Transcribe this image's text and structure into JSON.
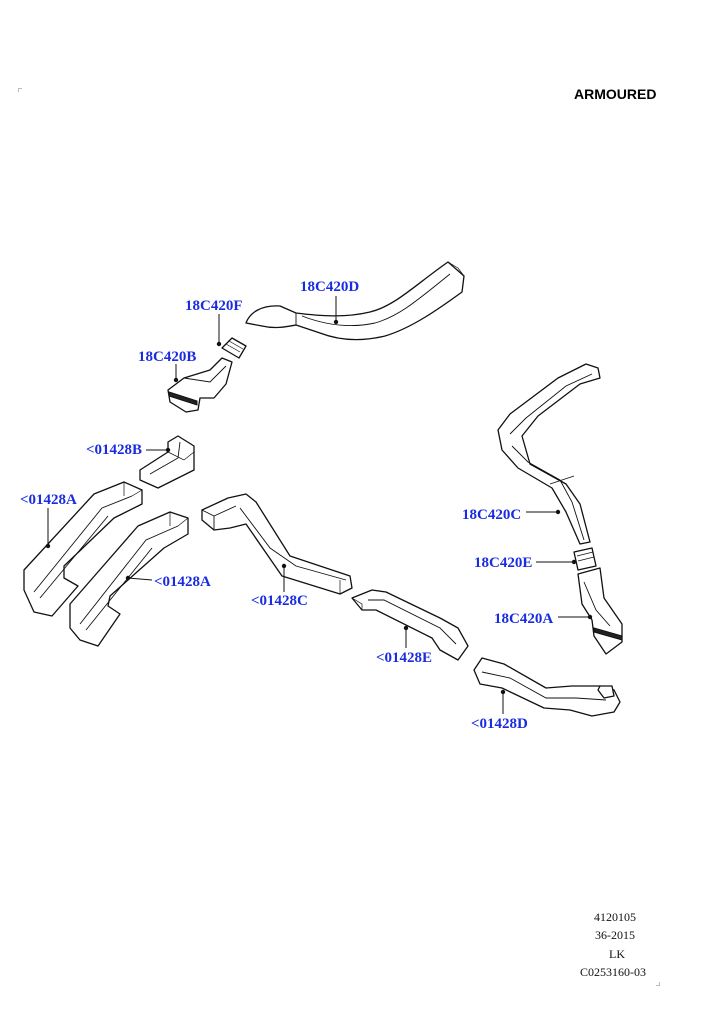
{
  "header": {
    "title": "ARMOURED"
  },
  "callouts": {
    "c18C420D": "18C420D",
    "c18C420F": "18C420F",
    "c18C420B": "18C420B",
    "c01428B": "<01428B",
    "c01428A_left": "<01428A",
    "c01428A_right": "<01428A",
    "c01428C": "<01428C",
    "c01428E": "<01428E",
    "c01428D": "<01428D",
    "c18C420C": "18C420C",
    "c18C420E": "18C420E",
    "c18C420A": "18C420A"
  },
  "reference": {
    "line1": "4120105",
    "line2": "36-2015",
    "line3": "LK",
    "line4": "C0253160-03"
  },
  "colors": {
    "callout": "#1a2be0",
    "line": "#111111"
  }
}
